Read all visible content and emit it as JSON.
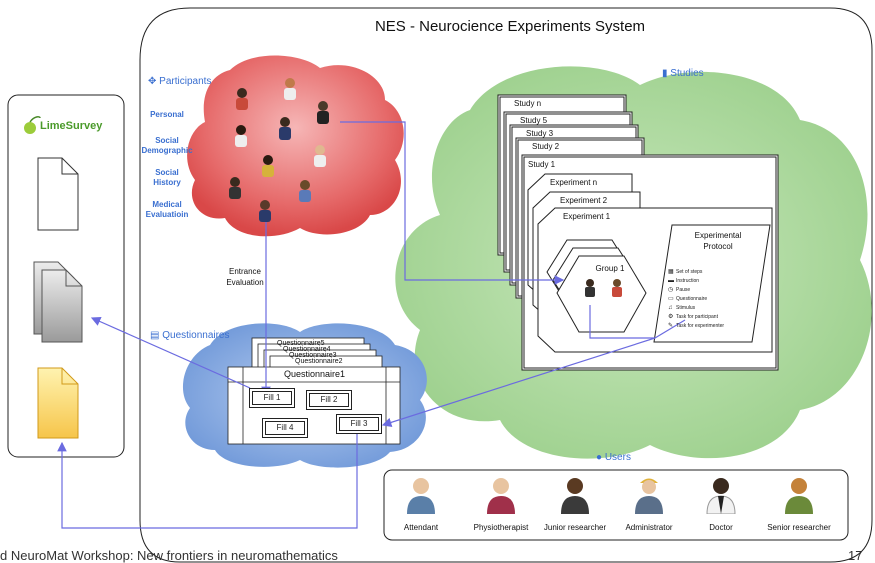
{
  "title": "NES - Neurocience Experiments System",
  "limesurvey": {
    "name": "LimeSurvey"
  },
  "participants": {
    "label": "Participants",
    "categories": [
      "Personal",
      "Social Demographic",
      "Social History",
      "Medical Evaluatioin"
    ]
  },
  "entrance_label": "Entrance Evaluation",
  "questionnaires": {
    "label": "Questionnaires",
    "stack_labels": [
      "Questionnaire5",
      "Questionnaire4",
      "Questionnaire3",
      "Questionnaire2"
    ],
    "main": "Questionnaire1",
    "fills": [
      "Fill 1",
      "Fill 2",
      "Fill 3",
      "Fill 4"
    ]
  },
  "studies": {
    "label": "Studies",
    "items": [
      "Study n",
      "Study 5",
      "Study 3",
      "Study 2",
      "Study 1"
    ],
    "experiments": [
      "Experiment n",
      "Experiment 2",
      "Experiment 1"
    ],
    "group": "Group 1",
    "protocol_title": "Experimental Protocol",
    "protocol_items": [
      {
        "icon": "list-icon",
        "glyph": "▦",
        "label": "Set of steps"
      },
      {
        "icon": "message-icon",
        "glyph": "▬",
        "label": "Instruction"
      },
      {
        "icon": "pause-icon",
        "glyph": "◷",
        "label": "Pause"
      },
      {
        "icon": "questionnaire-icon",
        "glyph": "▭",
        "label": "Questionnaire"
      },
      {
        "icon": "headphones-icon",
        "glyph": "♫",
        "label": "Stimulus"
      },
      {
        "icon": "gear-icon",
        "glyph": "⚙",
        "label": "Task for participant"
      },
      {
        "icon": "wrench-icon",
        "glyph": "✎",
        "label": "Task for experimenter"
      }
    ]
  },
  "users": {
    "label": "Users",
    "items": [
      {
        "name": "Attendant",
        "color": "#5a7fa8"
      },
      {
        "name": "Physiotherapist",
        "color": "#a0304a"
      },
      {
        "name": "Junior researcher",
        "color": "#3a3a3a"
      },
      {
        "name": "Administrator",
        "color": "#5a6f8a"
      },
      {
        "name": "Doctor",
        "color": "#222222"
      },
      {
        "name": "Senior researcher",
        "color": "#6b8a3a"
      }
    ]
  },
  "footer": "d NeuroMat Workshop: New frontiers in neuromathematics",
  "page_number": "17",
  "colors": {
    "accent": "#3a6fd0",
    "cloud_red": "#e35a5a",
    "cloud_green": "#a9d69a",
    "cloud_blue": "#7da3dc",
    "arrow": "#6b6be0"
  }
}
